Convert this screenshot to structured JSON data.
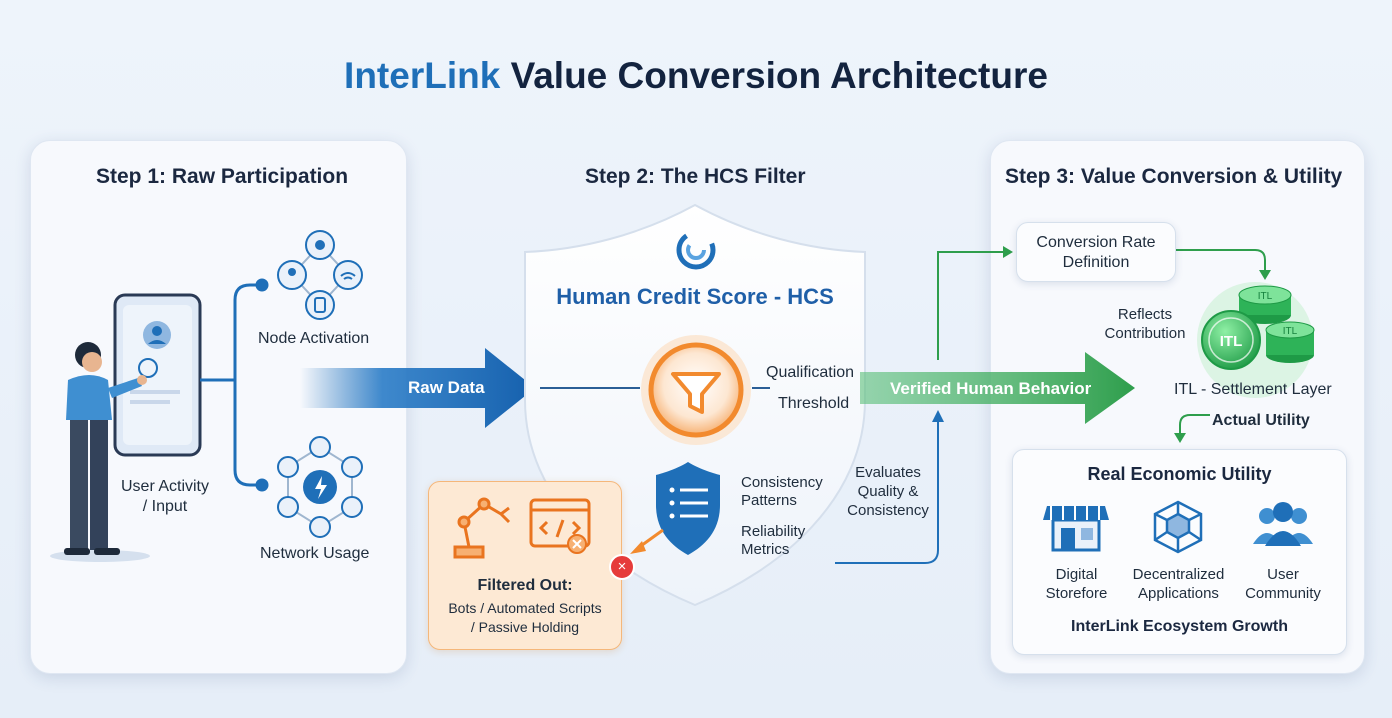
{
  "title": {
    "part1": "InterLink",
    "part2": "Value Conversion Architecture"
  },
  "step1": {
    "title": "Step 1: Raw Participation",
    "node_activation": "Node Activation",
    "user_activity": "User Activity\n/ Input",
    "network_usage": "Network Usage"
  },
  "step2": {
    "title": "Step 2: The HCS Filter",
    "hcs": "Human Credit Score - HCS",
    "raw_data": "Raw Data",
    "qualification": "Qualification",
    "threshold": "Threshold",
    "consistency": "Consistency\nPatterns",
    "reliability": "Reliability\nMetrics",
    "evaluates": "Evaluates\nQuality &\nConsistency",
    "filtered_title": "Filtered Out:",
    "filtered_text": "Bots / Automated Scripts\n/ Passive Holding"
  },
  "flow": {
    "verified": "Verified Human Behavior"
  },
  "step3": {
    "title": "Step 3: Value Conversion & Utility",
    "conversion": "Conversion Rate\nDefinition",
    "reflects": "Reflects\nContribution",
    "itl_settlement": "ITL - Settlement Layer",
    "actual_utility": "Actual Utility",
    "real_utility": "Real Economic Utility",
    "items": [
      {
        "label": "Digital\nStorefore",
        "icon": "storefront-icon"
      },
      {
        "label": "Decentralized\nApplications",
        "icon": "dapp-cube-icon"
      },
      {
        "label": "User\nCommunity",
        "icon": "community-icon"
      }
    ],
    "growth": "InterLink Ecosystem Growth",
    "coin_text": "ITL"
  },
  "colors": {
    "blue": "#1f6fb8",
    "green": "#2e9e4c",
    "orange": "#f28a2e",
    "navy": "#13233f"
  }
}
